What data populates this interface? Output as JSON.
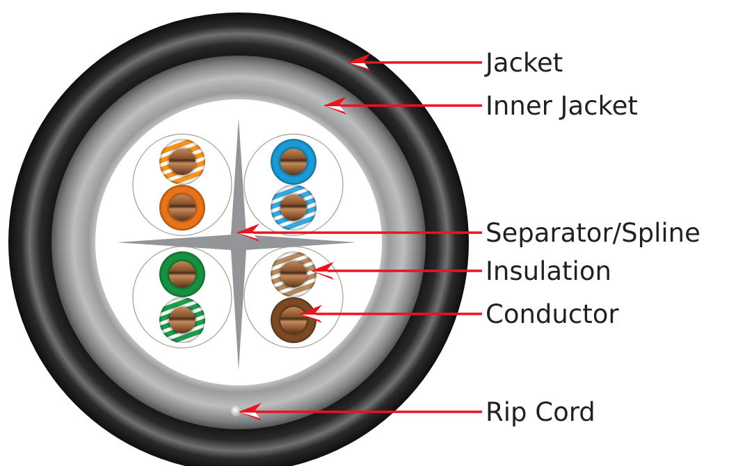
{
  "title": "Cable cross-section",
  "colors": {
    "arrow": "#e8141f",
    "label_text": "#231f20",
    "jacket_dark": "#1c1a1b",
    "jacket_highlight": "#6a6a6c",
    "inner_jacket_light": "#b9babc",
    "inner_jacket_dark": "#5f6062",
    "core": "#ffffff",
    "spline": "#939598",
    "pair_outline": "#a69b8f",
    "conductor": "#a56a3c",
    "rip_cord": "#e6e6e6"
  },
  "labels": [
    {
      "id": "jacket",
      "text": "Jacket"
    },
    {
      "id": "inner-jacket",
      "text": "Inner Jacket"
    },
    {
      "id": "separator-spline",
      "text": "Separator/Spline"
    },
    {
      "id": "insulation",
      "text": "Insulation"
    },
    {
      "id": "conductor",
      "text": "Conductor"
    },
    {
      "id": "rip-cord",
      "text": "Rip Cord"
    }
  ],
  "pairs": [
    {
      "name": "orange-pair",
      "wires": [
        {
          "name": "orange-white",
          "color": "#f7941d",
          "striped": true
        },
        {
          "name": "orange",
          "color": "#e8731a",
          "striped": false
        }
      ]
    },
    {
      "name": "blue-pair",
      "wires": [
        {
          "name": "blue",
          "color": "#1b9ad6",
          "striped": false
        },
        {
          "name": "blue-white",
          "color": "#3aa8dc",
          "striped": true
        }
      ]
    },
    {
      "name": "green-pair",
      "wires": [
        {
          "name": "green",
          "color": "#17913f",
          "striped": false
        },
        {
          "name": "green-white",
          "color": "#1e9b4b",
          "striped": true
        }
      ]
    },
    {
      "name": "brown-pair",
      "wires": [
        {
          "name": "brown-white",
          "color": "#b48a5e",
          "striped": true
        },
        {
          "name": "brown",
          "color": "#7b4a25",
          "striped": false
        }
      ]
    }
  ]
}
